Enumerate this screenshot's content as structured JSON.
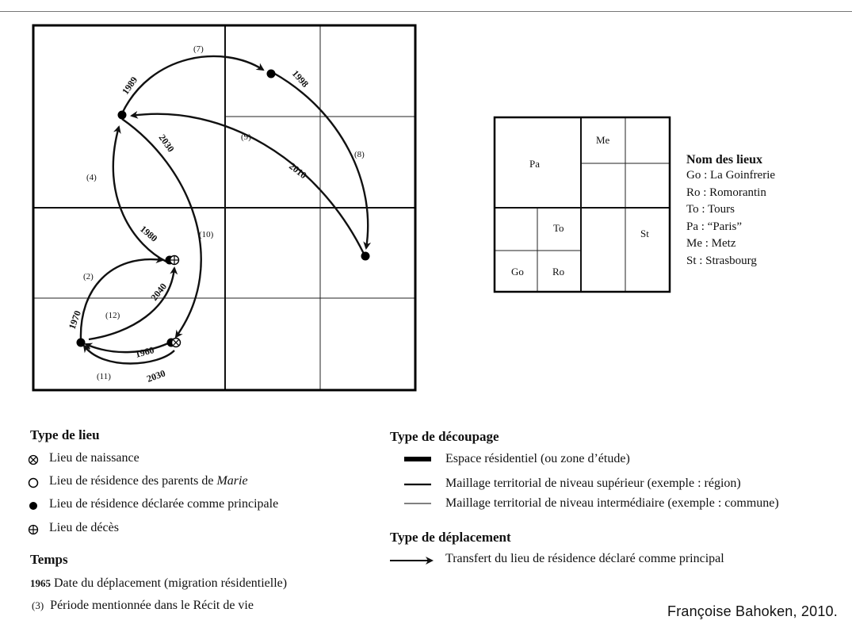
{
  "main_map": {
    "years": {
      "y1989": "1989",
      "y1998": "1998",
      "y2030a": "2030",
      "y2010": "2010",
      "y1980": "1980",
      "y2040": "2040",
      "y1970": "1970",
      "y1960": "1960",
      "y2030b": "2030"
    },
    "periods": {
      "p7": "(7)",
      "p9": "(9)",
      "p8": "(8)",
      "p4": "(4)",
      "p10": "(10)",
      "p2": "(2)",
      "p12": "(12)",
      "p11": "(11)"
    }
  },
  "inset_map": {
    "cells": {
      "pa": "Pa",
      "me": "Me",
      "to": "To",
      "st": "St",
      "go": "Go",
      "ro": "Ro"
    }
  },
  "place_legend": {
    "title": "Nom des lieux",
    "items": [
      "Go : La Goinfrerie",
      "Ro : Romorantin",
      "To : Tours",
      "Pa : “Paris”",
      "Me : Metz",
      "St : Strasbourg"
    ]
  },
  "type_de_lieu": {
    "title": "Type de lieu",
    "naissance": "Lieu de naissance",
    "parents_prefix": "Lieu de résidence des parents de ",
    "parents_name": "Marie",
    "principale": "Lieu de résidence déclarée comme principale",
    "deces": "Lieu de décès"
  },
  "temps": {
    "title": "Temps",
    "date_symbol": "1965",
    "date_label": "Date du déplacement (migration résidentielle)",
    "period_symbol": "(3)",
    "period_label": "Période mentionnée dans le Récit de vie"
  },
  "type_de_decoupage": {
    "title": "Type de découpage",
    "items": [
      "Espace résidentiel (ou zone d’étude)",
      "Maillage territorial de niveau supérieur (exemple : région)",
      "Maillage territorial de niveau intermédiaire (exemple : commune)"
    ]
  },
  "type_de_deplacement": {
    "title": "Type de déplacement",
    "item": "Transfert du lieu de résidence déclaré comme principal"
  },
  "credit": "Françoise Bahoken,  2010."
}
